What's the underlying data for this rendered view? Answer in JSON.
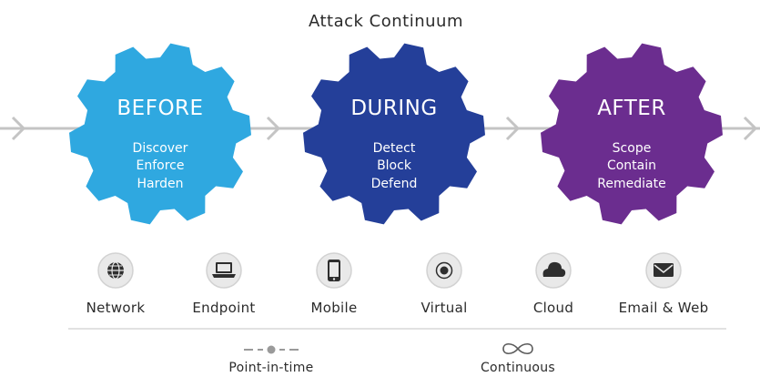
{
  "title": "Attack Continuum",
  "phases": [
    {
      "title": "BEFORE",
      "items": [
        "Discover",
        "Enforce",
        "Harden"
      ],
      "color": "#2fa8e0"
    },
    {
      "title": "DURING",
      "items": [
        "Detect",
        "Block",
        "Defend"
      ],
      "color": "#243f99"
    },
    {
      "title": "AFTER",
      "items": [
        "Scope",
        "Contain",
        "Remediate"
      ],
      "color": "#6b2d8f"
    }
  ],
  "categories": [
    {
      "label": "Network",
      "icon": "globe-icon"
    },
    {
      "label": "Endpoint",
      "icon": "laptop-icon"
    },
    {
      "label": "Mobile",
      "icon": "phone-icon"
    },
    {
      "label": "Virtual",
      "icon": "virtual-icon"
    },
    {
      "label": "Cloud",
      "icon": "cloud-icon"
    },
    {
      "label": "Email & Web",
      "icon": "envelope-icon"
    }
  ],
  "legend": [
    {
      "label": "Point-in-time",
      "icon": "dotted-line-icon"
    },
    {
      "label": "Continuous",
      "icon": "infinity-icon"
    }
  ],
  "colors": {
    "arrow": "#c4c4c4",
    "icon_circle": "#e9e9e9",
    "icon_stroke": "#d2d2d2",
    "icon_glyph": "#2e2e2e",
    "divider": "#d0d0d0"
  }
}
